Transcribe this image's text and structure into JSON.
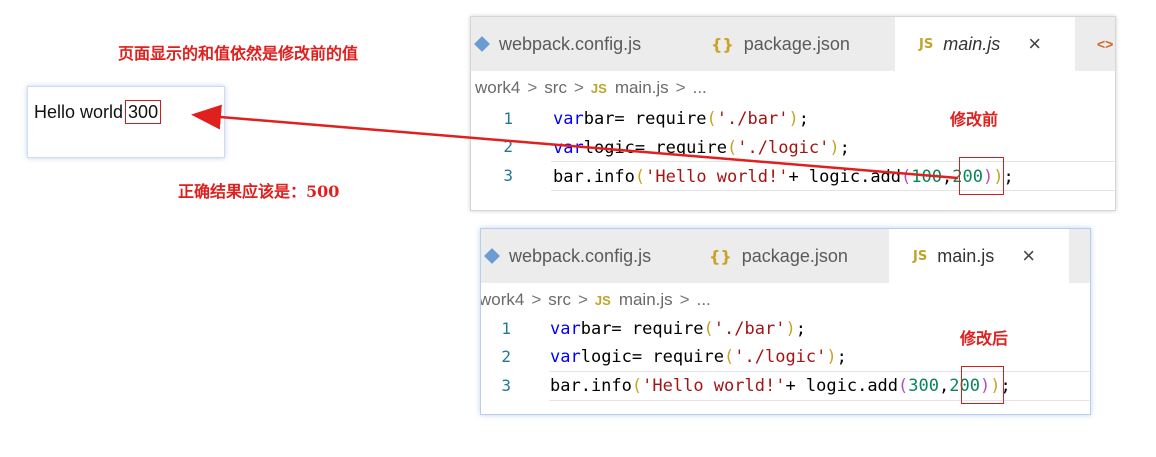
{
  "annotations": {
    "top_note": "页面显示的和值依然是修改前的值",
    "correct_note": "正确结果应该是：500",
    "before_label": "修改前",
    "after_label": "修改后"
  },
  "browser": {
    "text": "Hello world",
    "sum": "300"
  },
  "editor_before": {
    "tabs": [
      {
        "label": "webpack.config.js",
        "icon": "webpack-icon"
      },
      {
        "label": "package.json",
        "icon": "json-braces-icon"
      },
      {
        "label": "main.js",
        "icon": "js-file-icon",
        "active": true
      }
    ],
    "html_icon_glyph": "<>",
    "breadcrumb": [
      "work4",
      "src",
      "main.js",
      "..."
    ],
    "line_numbers": [
      "1",
      "2",
      "3"
    ],
    "lines": {
      "l1_kw": "var",
      "l1_id": " bar= require",
      "l1_open": "(",
      "l1_str": "'./bar'",
      "l1_close": ")",
      "l1_end": ";",
      "l2_kw": "var",
      "l2_id": " logic= require",
      "l2_open": "(",
      "l2_str": "'./logic'",
      "l2_close": ")",
      "l2_end": ";",
      "l3_a": "bar.info",
      "l3_open": "(",
      "l3_str": " 'Hello world!'",
      "l3_b": "+ logic.add",
      "l3_open2": "(",
      "l3_n1": "100",
      "l3_comma": ",",
      "l3_n2": "200",
      "l3_close2": ")",
      "l3_close": ")",
      "l3_end": ";"
    }
  },
  "editor_after": {
    "tabs": [
      {
        "label": "webpack.config.js",
        "icon": "webpack-icon"
      },
      {
        "label": "package.json",
        "icon": "json-braces-icon"
      },
      {
        "label": "main.js",
        "icon": "js-file-icon",
        "active": true
      }
    ],
    "breadcrumb": [
      "work4",
      "src",
      "main.js",
      "..."
    ],
    "line_numbers": [
      "1",
      "2",
      "3"
    ],
    "lines": {
      "l1_kw": "var",
      "l1_id": " bar= require",
      "l1_open": "(",
      "l1_str": "'./bar'",
      "l1_close": ")",
      "l1_end": ";",
      "l2_kw": "var",
      "l2_id": " logic= require",
      "l2_open": "(",
      "l2_str": "'./logic'",
      "l2_close": ")",
      "l2_end": ";",
      "l3_a": "bar.info",
      "l3_open": "(",
      "l3_str": " 'Hello world!'",
      "l3_b": "+ logic.add",
      "l3_open2": "(",
      "l3_n1": "300",
      "l3_comma": ",",
      "l3_n2": "200",
      "l3_close2": ")",
      "l3_close": ")",
      "l3_end": ";"
    }
  },
  "labels": {
    "js_icon": "JS",
    "json_icon": "{}",
    "close_icon": "×",
    "chevron": ">"
  },
  "colors": {
    "annotation_red": "#e0201e",
    "keyword_blue": "#0000ff",
    "string_red": "#a31515",
    "number_green": "#098658"
  }
}
